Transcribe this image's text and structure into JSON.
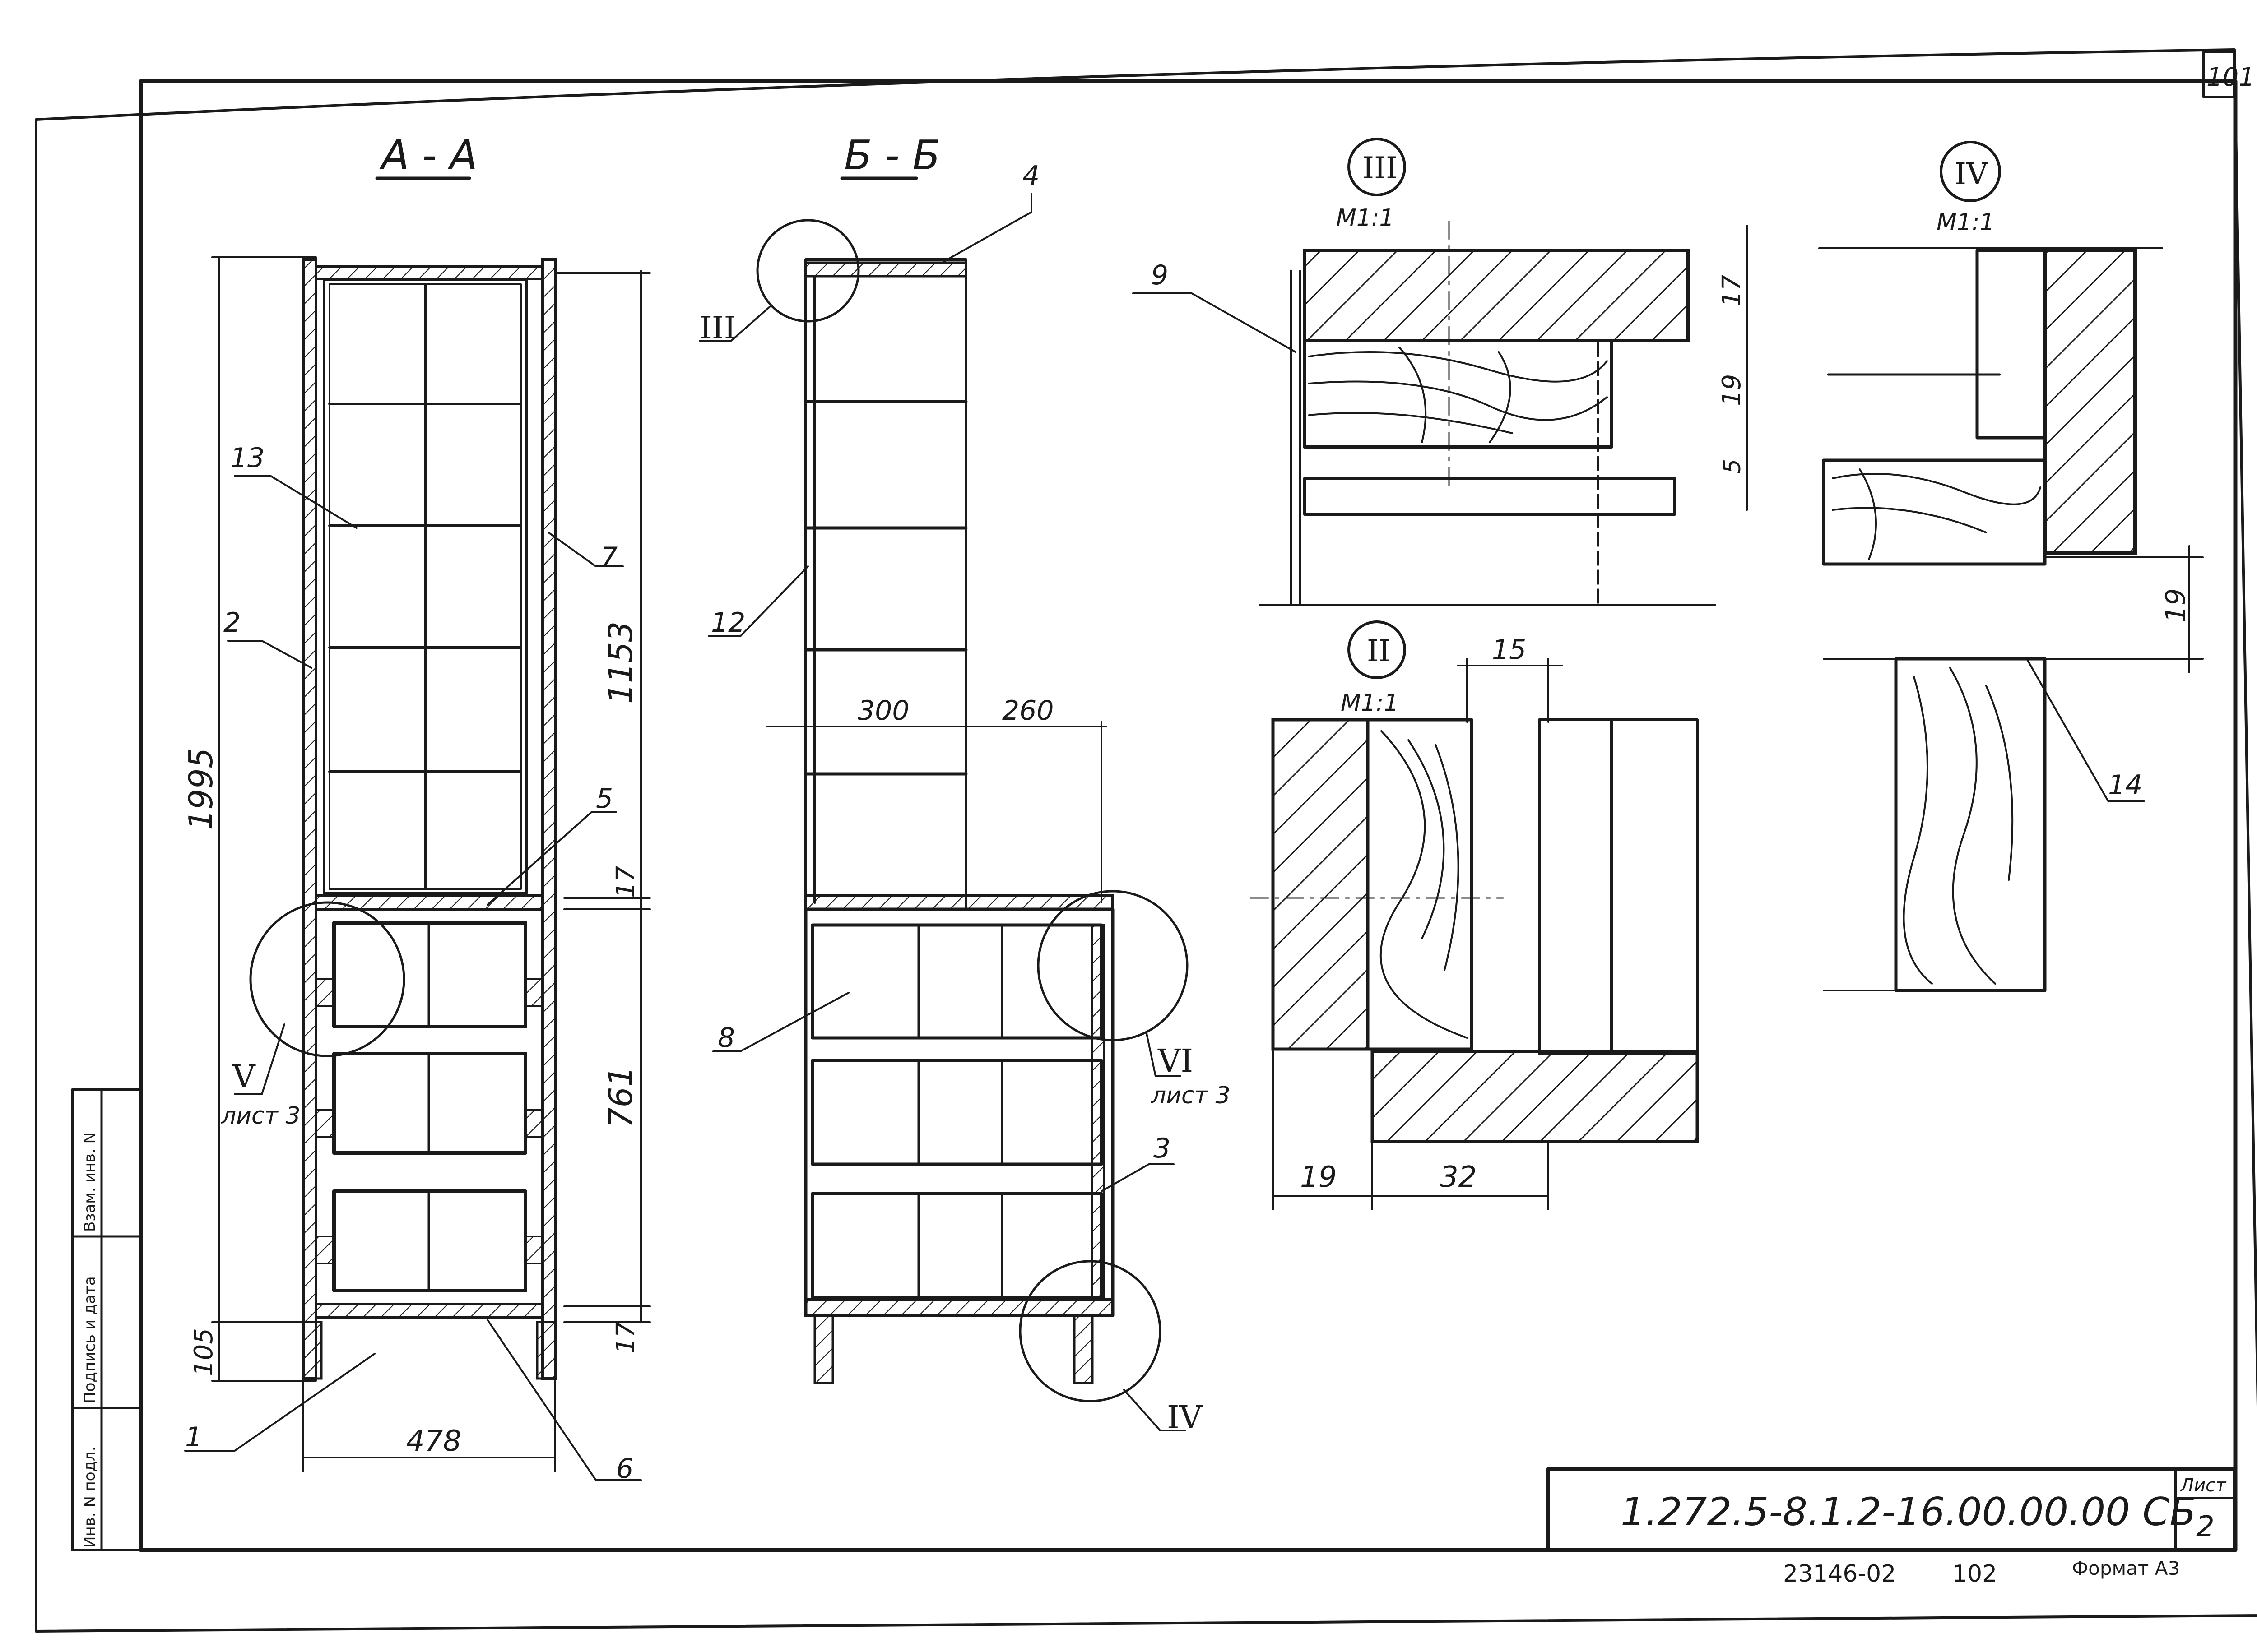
{
  "corner_page_number": "101",
  "sections": {
    "a": "А - А",
    "b": "Б - Б"
  },
  "details": {
    "d3": {
      "numeral": "III",
      "scale": "М1:1"
    },
    "d4": {
      "numeral": "IV",
      "scale": "М1:1"
    },
    "d2": {
      "numeral": "II",
      "scale": "М1:1"
    },
    "d5": {
      "numeral": "V",
      "ref": "лист 3"
    },
    "d6": {
      "numeral": "VI",
      "ref": "лист 3"
    }
  },
  "callouts": [
    "1",
    "2",
    "3",
    "4",
    "5",
    "6",
    "7",
    "8",
    "9",
    "12",
    "13",
    "14"
  ],
  "dimensions": {
    "a_height": "1995",
    "a_upper": "1153",
    "a_lower": "761",
    "a_shelf": "17",
    "a_bottom": "17",
    "a_plinth": "105",
    "a_width": "478",
    "b_depth_left": "300",
    "b_depth_right": "260",
    "d3_top": "17",
    "d3_mid": "19",
    "d3_low": "5",
    "d4_side": "19",
    "d2_gap": "15",
    "d2_left": "19",
    "d2_right": "32"
  },
  "side_stamp": [
    "Инв. N подл.",
    "Подпись и дата",
    "Взам. инв. N"
  ],
  "title_block": {
    "designation": "1.272.5-8.1.2-16.00.00.00 СБ",
    "sheet_label": "Лист",
    "sheet_number": "2"
  },
  "footer": {
    "archive_no": "23146-02",
    "page": "102",
    "format": "Формат А3"
  }
}
